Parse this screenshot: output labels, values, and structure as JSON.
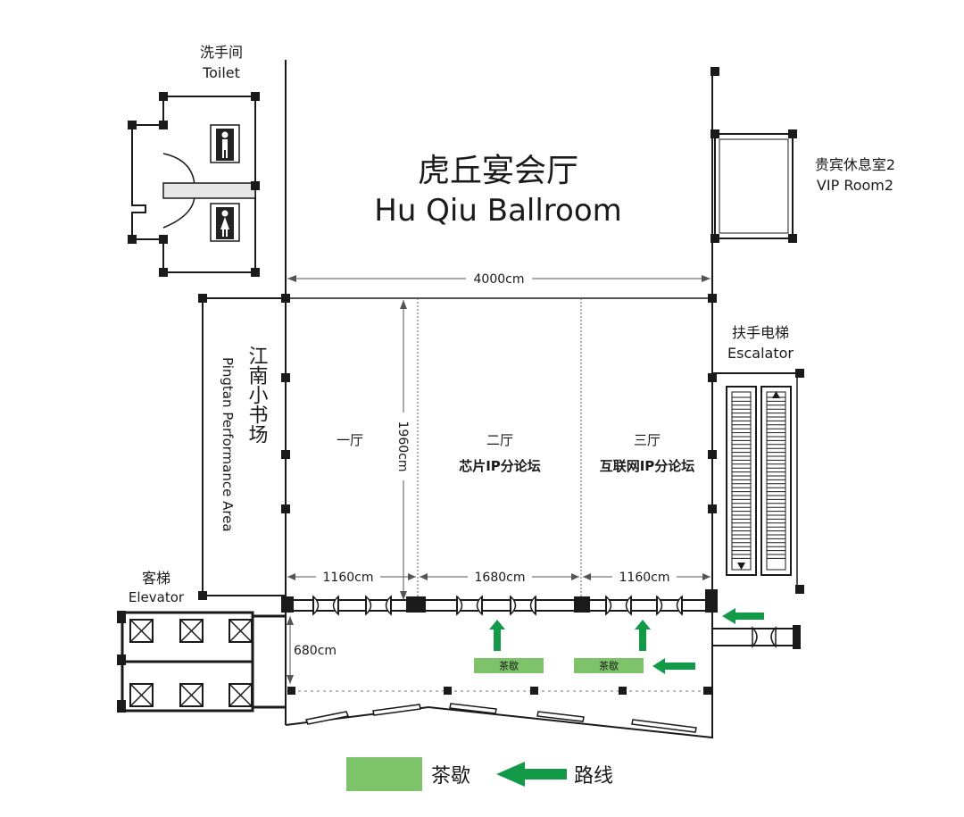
{
  "ballroom": {
    "title_cn": "虎丘宴会厅",
    "title_en": "Hu Qiu Ballroom"
  },
  "toilet": {
    "label_cn": "洗手间",
    "label_en": "Toilet"
  },
  "vip_room": {
    "label_cn": "贵宾休息室2",
    "label_en": "VIP Room2"
  },
  "escalator": {
    "label_cn": "扶手电梯",
    "label_en": "Escalator"
  },
  "elevator": {
    "label_cn": "客梯",
    "label_en": "Elevator"
  },
  "performance_area": {
    "label_cn": "江南小书场",
    "label_en": "Pingtan Performance Area"
  },
  "dimensions": {
    "total_width": "4000cm",
    "hall_depth": "1960cm",
    "hall1_width": "1160cm",
    "hall2_width": "1680cm",
    "hall3_width": "1160cm",
    "foyer_depth": "680cm"
  },
  "halls": [
    {
      "name": "一厅",
      "event": ""
    },
    {
      "name": "二厅",
      "event": "芯片IP分论坛"
    },
    {
      "name": "三厅",
      "event": "互联网IP分论坛"
    }
  ],
  "tea_break_label": "茶歇",
  "legend": {
    "tea_break": "茶歇",
    "route": "路线"
  },
  "colors": {
    "tea_break": "#7cc36a",
    "route_arrow": "#129a48",
    "wall": "#1a1a1a"
  }
}
